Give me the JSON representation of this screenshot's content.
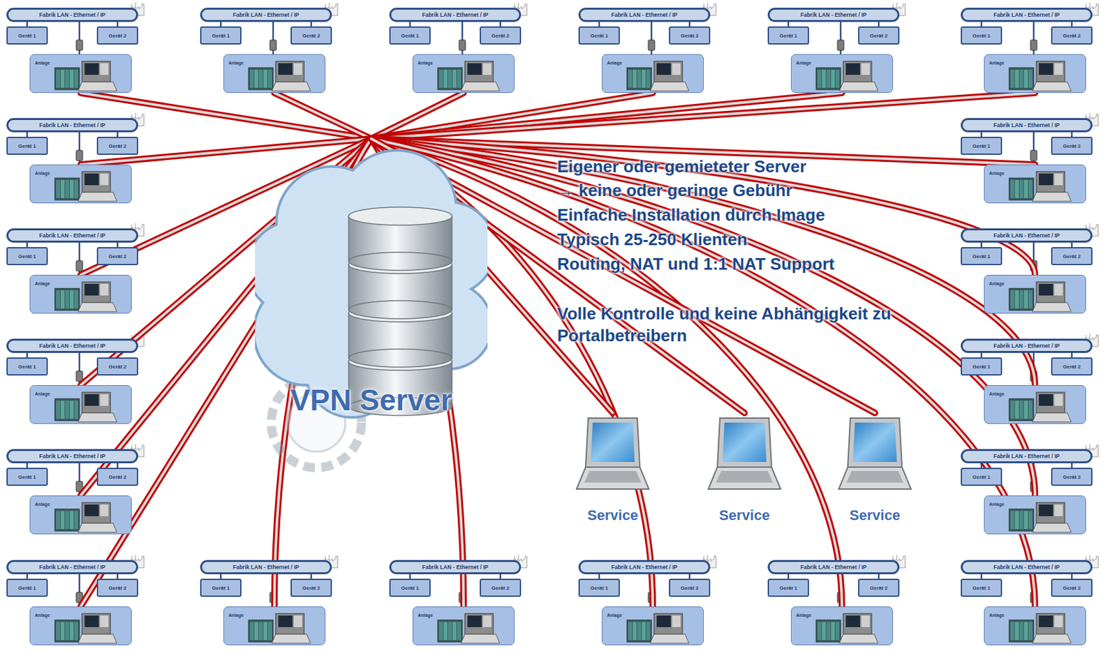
{
  "diagram": {
    "nodes": [
      {
        "text": [
          "Fabrik LAN - Ethernet / IP"
        ]
      },
      {
        "text": [
          "Gerät 1"
        ]
      },
      {
        "text": [
          "Gerät 2"
        ]
      },
      {
        "text": [
          "Anlage"
        ]
      },
      {
        "text": [
          "Fabrik LAN - Ethernet / IP"
        ]
      },
      {
        "text": [
          "Gerät 1"
        ]
      },
      {
        "text": [
          "Gerät 2"
        ]
      },
      {
        "text": [
          "Anlage"
        ]
      },
      {
        "text": [
          "Fabrik LAN - Ethernet / IP"
        ]
      },
      {
        "text": [
          "Gerät 1"
        ]
      },
      {
        "text": [
          "Gerät 2"
        ]
      },
      {
        "text": [
          "Anlage"
        ]
      },
      {
        "text": [
          "Fabrik LAN - Ethernet / IP"
        ]
      },
      {
        "text": [
          "Gerät 1"
        ]
      },
      {
        "text": [
          "Gerät 2"
        ]
      },
      {
        "text": [
          "Anlage"
        ]
      },
      {
        "text": [
          "Fabrik LAN - Ethernet / IP"
        ]
      },
      {
        "text": [
          "Gerät 1"
        ]
      },
      {
        "text": [
          "Gerät 2"
        ]
      },
      {
        "text": [
          "Anlage"
        ]
      },
      {
        "text": [
          "Fabrik LAN - Ethernet / IP"
        ]
      },
      {
        "text": [
          "Gerät 1"
        ]
      },
      {
        "text": [
          "Gerät 2"
        ]
      },
      {
        "text": [
          "Anlage"
        ]
      },
      {
        "text": [
          "Fabrik LAN - Ethernet / IP"
        ]
      },
      {
        "text": [
          "Gerät 1"
        ]
      },
      {
        "text": [
          "Gerät 2"
        ]
      },
      {
        "text": [
          "Anlage"
        ]
      },
      {
        "text": [
          "Fabrik LAN - Ethernet / IP"
        ]
      },
      {
        "text": [
          "Gerät 1"
        ]
      },
      {
        "text": [
          "Gerät 2"
        ]
      },
      {
        "text": [
          "Anlage"
        ]
      },
      {
        "text": [
          "Fabrik LAN - Ethernet / IP"
        ]
      },
      {
        "text": [
          "Gerät 1"
        ]
      },
      {
        "text": [
          "Gerät 2"
        ]
      },
      {
        "text": [
          "Anlage"
        ]
      },
      {
        "text": [
          "Fabrik LAN - Ethernet / IP"
        ]
      },
      {
        "text": [
          "Gerät 1"
        ]
      },
      {
        "text": [
          "Gerät 2"
        ]
      },
      {
        "text": [
          "Anlage"
        ]
      },
      {
        "text": [
          "Fabrik LAN - Ethernet / IP"
        ]
      },
      {
        "text": [
          "Gerät 1"
        ]
      },
      {
        "text": [
          "Gerät 2"
        ]
      },
      {
        "text": [
          "Anlage"
        ]
      },
      {
        "text": [
          "Fabrik LAN - Ethernet / IP"
        ]
      },
      {
        "text": [
          "Gerät 1"
        ]
      },
      {
        "text": [
          "Gerät 2"
        ]
      },
      {
        "text": [
          "Anlage"
        ]
      },
      {
        "text": [
          "Fabrik LAN - Ethernet / IP"
        ]
      },
      {
        "text": [
          "Gerät 1"
        ]
      },
      {
        "text": [
          "Gerät 2"
        ]
      },
      {
        "text": [
          "Anlage"
        ]
      },
      {
        "text": [
          "Fabrik LAN - Ethernet / IP"
        ]
      },
      {
        "text": [
          "Gerät 1"
        ]
      },
      {
        "text": [
          "Gerät 2"
        ]
      },
      {
        "text": [
          "Anlage"
        ]
      },
      {
        "text": [
          "Fabrik LAN - Ethernet / IP"
        ]
      },
      {
        "text": [
          "Gerät 1"
        ]
      },
      {
        "text": [
          "Gerät 2"
        ]
      },
      {
        "text": [
          "Anlage"
        ]
      },
      {
        "text": [
          "Fabrik LAN - Ethernet / IP"
        ]
      },
      {
        "text": [
          "Gerät 1"
        ]
      },
      {
        "text": [
          "Gerät 2"
        ]
      },
      {
        "text": [
          "Anlage"
        ]
      },
      {
        "text": [
          "Fabrik LAN - Ethernet / IP"
        ]
      },
      {
        "text": [
          "Gerät 1"
        ]
      },
      {
        "text": [
          "Gerät 2"
        ]
      },
      {
        "text": [
          "Anlage"
        ]
      },
      {
        "text": [
          "Fabrik LAN - Ethernet / IP"
        ]
      },
      {
        "text": [
          "Gerät 1"
        ]
      },
      {
        "text": [
          "Gerät 2"
        ]
      },
      {
        "text": [
          "Anlage"
        ]
      },
      {
        "text": [
          "Fabrik LAN - Ethernet / IP"
        ]
      },
      {
        "text": [
          "Gerät 1"
        ]
      },
      {
        "text": [
          "Gerät 2"
        ]
      },
      {
        "text": [
          "Anlage"
        ]
      },
      {
        "text": [
          "Fabrik LAN - Ethernet / IP"
        ]
      },
      {
        "text": [
          "Gerät 1"
        ]
      },
      {
        "text": [
          "Gerät 2"
        ]
      },
      {
        "text": [
          "Anlage"
        ]
      },
      {
        "text": [
          "VPN Server"
        ]
      },
      {
        "text": [
          "Service"
        ]
      },
      {
        "text": [
          "Service"
        ]
      },
      {
        "text": [
          "Service"
        ]
      }
    ],
    "edges": [
      {
        "from": 80,
        "to": 3,
        "arrow": "none"
      },
      {
        "from": 80,
        "to": 7,
        "arrow": "none"
      },
      {
        "from": 80,
        "to": 11,
        "arrow": "none"
      },
      {
        "from": 80,
        "to": 15,
        "arrow": "none"
      },
      {
        "from": 80,
        "to": 19,
        "arrow": "none"
      },
      {
        "from": 80,
        "to": 23,
        "arrow": "none"
      },
      {
        "from": 80,
        "to": 27,
        "arrow": "none"
      },
      {
        "from": 80,
        "to": 31,
        "arrow": "none"
      },
      {
        "from": 80,
        "to": 35,
        "arrow": "none"
      },
      {
        "from": 80,
        "to": 39,
        "arrow": "none"
      },
      {
        "from": 80,
        "to": 43,
        "arrow": "none"
      },
      {
        "from": 80,
        "to": 47,
        "arrow": "none"
      },
      {
        "from": 80,
        "to": 51,
        "arrow": "none"
      },
      {
        "from": 80,
        "to": 55,
        "arrow": "none"
      },
      {
        "from": 80,
        "to": 59,
        "arrow": "none"
      },
      {
        "from": 80,
        "to": 63,
        "arrow": "none"
      },
      {
        "from": 80,
        "to": 67,
        "arrow": "none"
      },
      {
        "from": 80,
        "to": 71,
        "arrow": "none"
      },
      {
        "from": 80,
        "to": 75,
        "arrow": "none"
      },
      {
        "from": 80,
        "to": 79,
        "arrow": "none"
      },
      {
        "from": 80,
        "to": 81,
        "arrow": "none"
      },
      {
        "from": 80,
        "to": 82,
        "arrow": "none"
      },
      {
        "from": 80,
        "to": 83,
        "arrow": "none"
      }
    ],
    "labels": [
      "Eigener oder gemieteter Server",
      "→ keine oder geringe Gebühr",
      "Einfache Installation durch Image",
      "Typisch 25-250 Klienten",
      "Routing, NAT und 1:1 NAT Support",
      "Volle Kontrolle und keine Abhängigkeit zu Portalbetreibern"
    ]
  }
}
